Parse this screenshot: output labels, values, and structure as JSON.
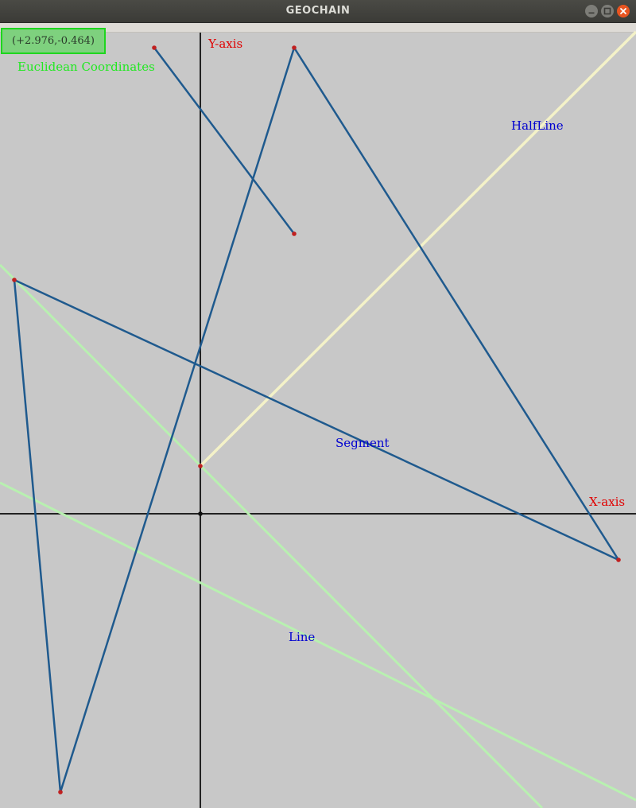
{
  "window": {
    "title": "GEOCHAIN",
    "minimize_icon": "minimize-icon",
    "maximize_icon": "maximize-icon",
    "close_icon": "close-icon"
  },
  "coordinates": {
    "readout": "(+2.976,-0.464)",
    "caption": "Euclidean Coordinates"
  },
  "labels": {
    "y_axis": "Y-axis",
    "x_axis": "X-axis",
    "halfline": "HalfLine",
    "segment": "Segment",
    "line": "Line"
  },
  "colors": {
    "canvas_bg": "#c8c8c8",
    "axis": "#222222",
    "axis_label": "#e00000",
    "shape_label": "#0000d0",
    "segment": "#1f5a8e",
    "line": "#b8f0b0",
    "halfline": "#f4f2c8",
    "point": "#c02020",
    "coord_box_fill": "#7ed17e",
    "coord_box_border": "#1ed61e",
    "coord_caption": "#22e822"
  }
}
